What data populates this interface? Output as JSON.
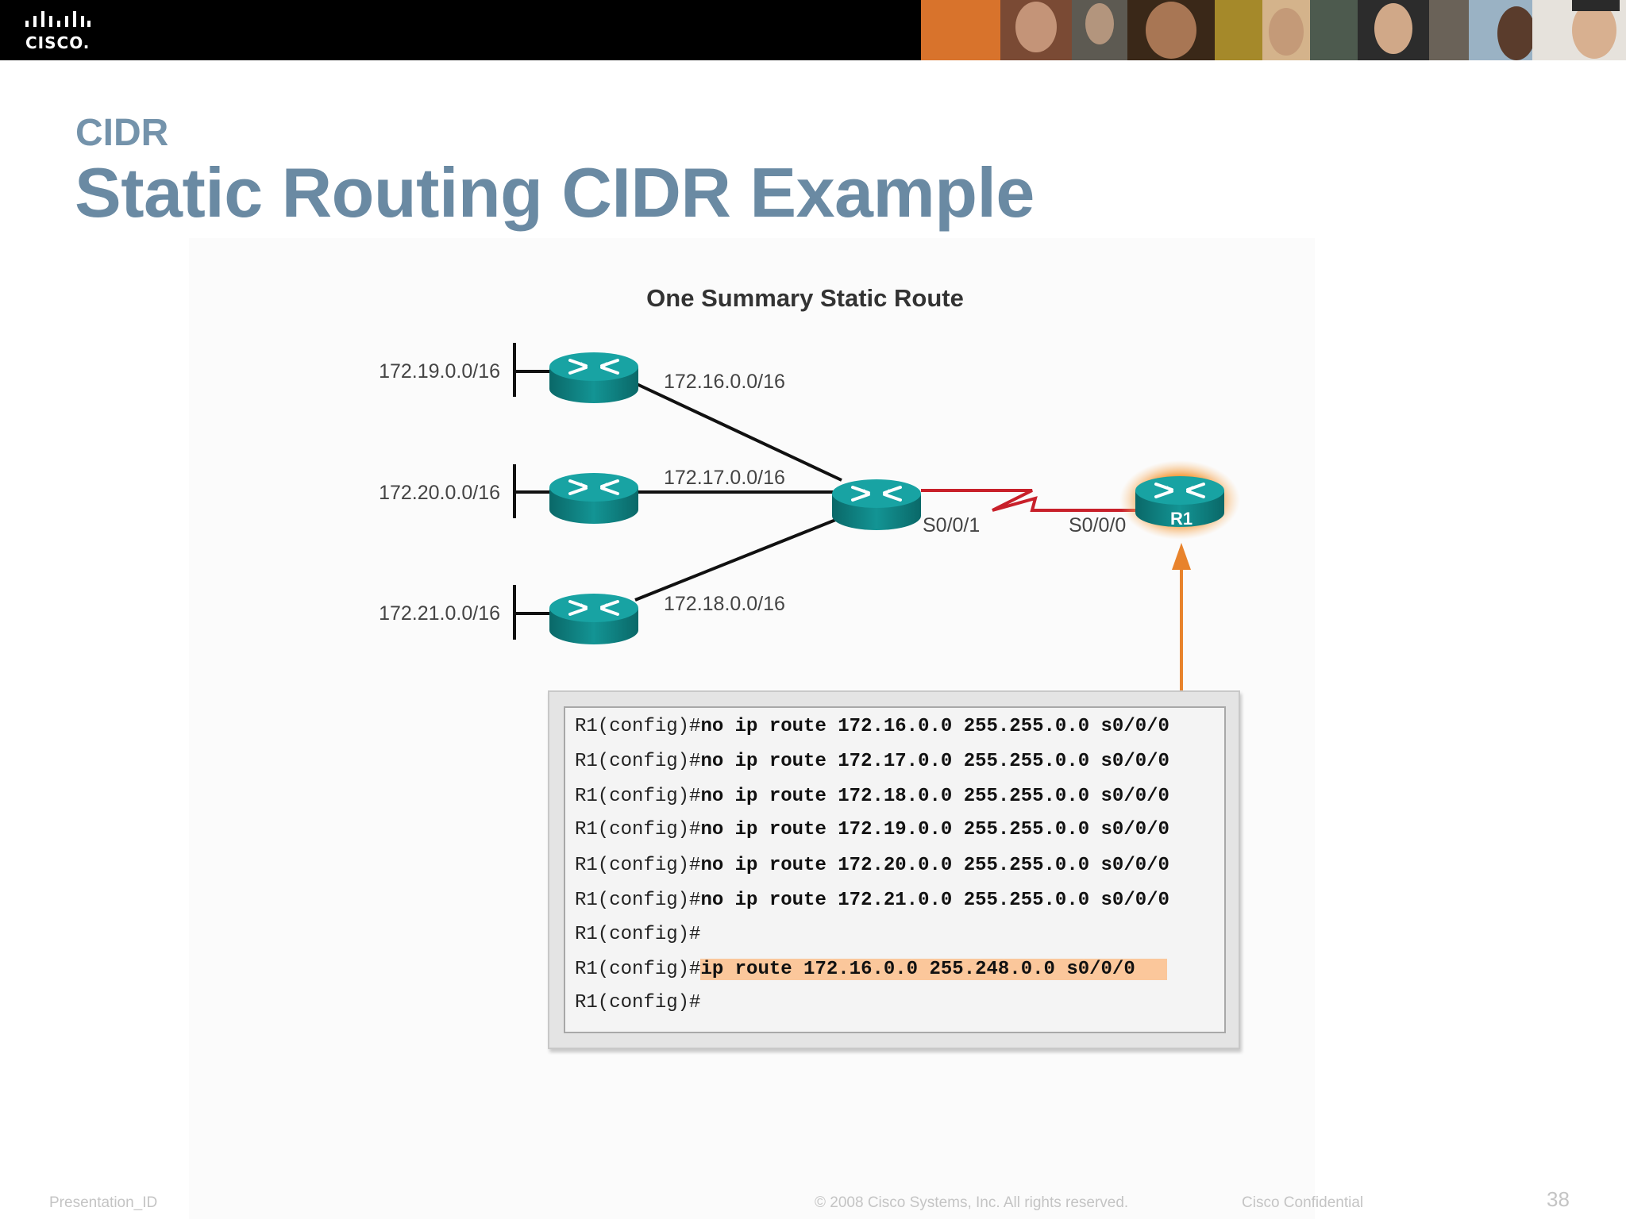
{
  "header": {
    "logo_text": "CISCO."
  },
  "slide": {
    "subtitle": "CIDR",
    "title": "Static Routing CIDR Example"
  },
  "diagram": {
    "title": "One Summary Static Route",
    "lans": [
      "172.19.0.0/16",
      "172.20.0.0/16",
      "172.21.0.0/16"
    ],
    "links": [
      "172.16.0.0/16",
      "172.17.0.0/16",
      "172.18.0.0/16"
    ],
    "serial_left": "S0/0/1",
    "serial_right": "S0/0/0",
    "router_r1": "R1",
    "colors": {
      "router": "#0e7e7e",
      "serial_link": "#c8202a",
      "highlight": "#e8832c"
    }
  },
  "cli": {
    "lines": [
      {
        "prompt": "R1(config)#",
        "cmd": "no ip route 172.16.0.0 255.255.0.0 s0/0/0"
      },
      {
        "prompt": "R1(config)#",
        "cmd": "no ip route 172.17.0.0 255.255.0.0 s0/0/0"
      },
      {
        "prompt": "R1(config)#",
        "cmd": "no ip route 172.18.0.0 255.255.0.0 s0/0/0"
      },
      {
        "prompt": "R1(config)#",
        "cmd": "no ip route 172.19.0.0 255.255.0.0 s0/0/0"
      },
      {
        "prompt": "R1(config)#",
        "cmd": "no ip route 172.20.0.0 255.255.0.0 s0/0/0"
      },
      {
        "prompt": "R1(config)#",
        "cmd": "no ip route 172.21.0.0 255.255.0.0 s0/0/0"
      },
      {
        "prompt": "R1(config)#",
        "cmd": ""
      },
      {
        "prompt": "R1(config)#",
        "cmd": "ip route 172.16.0.0 255.248.0.0 s0/0/0"
      },
      {
        "prompt": "R1(config)#",
        "cmd": ""
      }
    ]
  },
  "footer": {
    "presentation_id": "Presentation_ID",
    "copyright": "© 2008 Cisco Systems, Inc. All rights reserved.",
    "confidential": "Cisco Confidential",
    "page_number": "38"
  }
}
